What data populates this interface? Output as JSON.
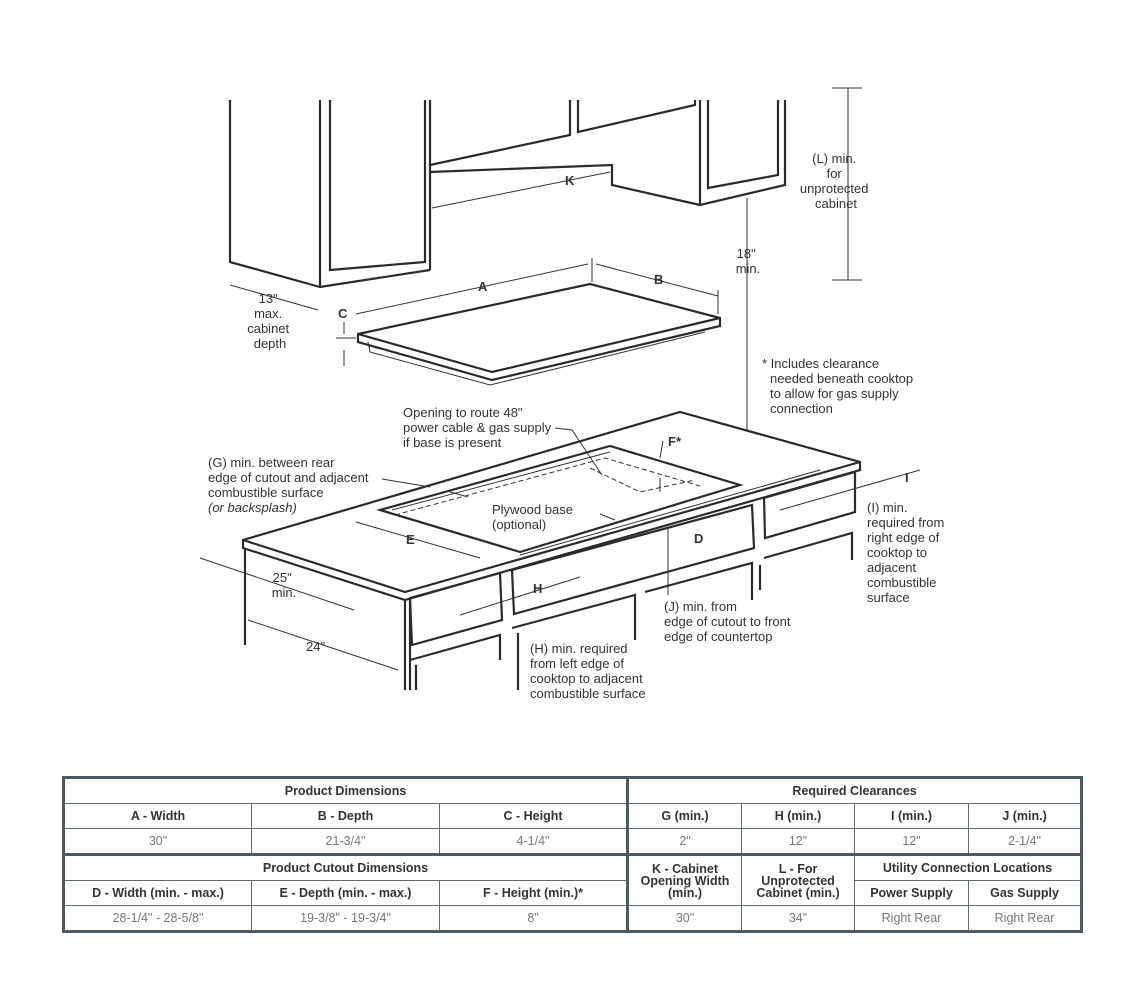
{
  "diagram": {
    "label_k": "K",
    "label_l": [
      "(L) min.",
      "for",
      "unprotected",
      "cabinet"
    ],
    "label_18": [
      "18\"",
      "min."
    ],
    "label_13": [
      "13\"",
      "max.",
      "cabinet",
      "depth"
    ],
    "label_a": "A",
    "label_b": "B",
    "label_c": "C",
    "note_clearance": [
      "* Includes clearance",
      "needed beneath cooktop",
      "to allow for gas supply",
      "connection"
    ],
    "note_opening": [
      "Opening to route 48\"",
      "power cable & gas supply",
      "if base is present"
    ],
    "label_f": "F*",
    "label_g": [
      "(G) min. between rear",
      "edge of cutout and adjacent",
      "combustible surface",
      "(or backsplash)"
    ],
    "label_plywood": [
      "Plywood base",
      "(optional)"
    ],
    "label_e": "E",
    "label_d": "D",
    "label_i": "I",
    "label_i_note": [
      "(I) min.",
      "required from",
      "right edge of",
      "cooktop to",
      "adjacent",
      "combustible",
      "surface"
    ],
    "label_25": [
      "25\"",
      "min."
    ],
    "label_h": "H",
    "label_j": [
      "(J) min. from",
      "edge of cutout to front",
      "edge of countertop"
    ],
    "label_24": "24\"",
    "label_h_note": [
      "(H) min. required",
      "from left edge of",
      "cooktop to adjacent",
      "combustible surface"
    ]
  },
  "table": {
    "product_dimensions": "Product Dimensions",
    "required_clearances": "Required Clearances",
    "dim_headers": [
      "A - Width",
      "B - Depth",
      "C - Height"
    ],
    "dim_values": [
      "30\"",
      "21-3/4\"",
      "4-1/4\""
    ],
    "clr_headers": [
      "G (min.)",
      "H (min.)",
      "I (min.)",
      "J (min.)"
    ],
    "clr_values": [
      "2\"",
      "12\"",
      "12\"",
      "2-1/4\""
    ],
    "cutout_dimensions": "Product Cutout Dimensions",
    "k_header": "K - Cabinet Opening Width (min.)",
    "l_header": "L - For Unprotected Cabinet (min.)",
    "utility": "Utility Connection Locations",
    "cut_headers": [
      "D - Width (min. - max.)",
      "E - Depth (min. - max.)",
      "F - Height (min.)*"
    ],
    "cut_values": [
      "28-1/4\" - 28-5/8\"",
      "19-3/8\" - 19-3/4\"",
      "8\""
    ],
    "k_value": "30\"",
    "l_value": "34\"",
    "util_headers": [
      "Power Supply",
      "Gas Supply"
    ],
    "util_values": [
      "Right Rear",
      "Right Rear"
    ]
  }
}
